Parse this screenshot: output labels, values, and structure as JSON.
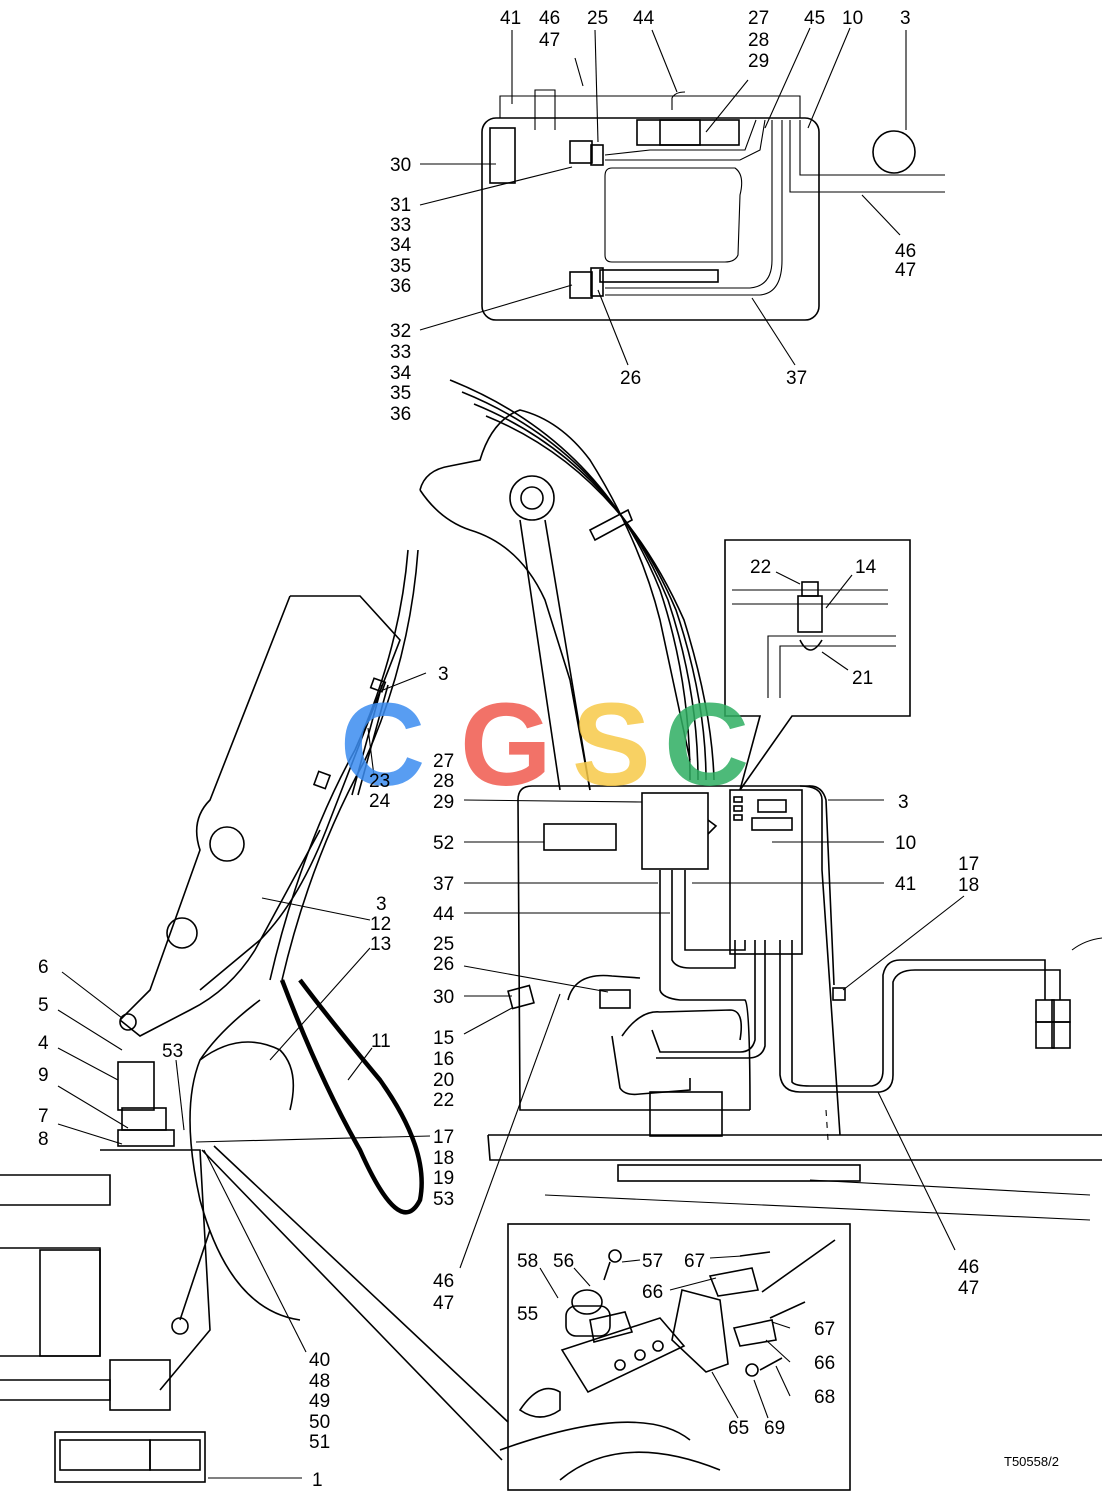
{
  "drawing_ref": "T50558/2",
  "watermark": {
    "letters": [
      "C",
      "G",
      "S",
      "C"
    ],
    "colors": [
      "#3b8cf0",
      "#f05a4e",
      "#f7c948",
      "#2fae62"
    ]
  },
  "callouts": {
    "top_41": "41",
    "top_46": "46",
    "top_47a": "47",
    "top_25": "25",
    "top_44": "44",
    "top_27": "27",
    "top_28": "28",
    "top_29": "29",
    "top_45": "45",
    "top_10": "10",
    "top_3": "3",
    "top_30": "30",
    "top_31": "31",
    "top_33a": "33",
    "top_34a": "34",
    "top_35a": "35",
    "top_36a": "36",
    "top_46b": "46",
    "top_47b": "47",
    "top_32": "32",
    "top_33b": "33",
    "top_34b": "34",
    "top_35b": "35",
    "top_36b": "36",
    "top_26": "26",
    "top_37": "37",
    "det_22": "22",
    "det_14": "14",
    "det_21": "21",
    "mid_3a": "3",
    "mid_23": "23",
    "mid_24": "24",
    "mid_27": "27",
    "mid_28": "28",
    "mid_29": "29",
    "mid_3b": "3",
    "mid_52": "52",
    "mid_10": "10",
    "mid_17": "17",
    "mid_18": "18",
    "mid_37": "37",
    "mid_41": "41",
    "mid_44": "44",
    "mid_3c": "3",
    "mid_12": "12",
    "mid_13": "13",
    "mid_25": "25",
    "mid_26": "26",
    "mid_30": "30",
    "mid_15": "15",
    "mid_16": "16",
    "mid_20": "20",
    "mid_22": "22",
    "left_6": "6",
    "left_5": "5",
    "left_4": "4",
    "left_53": "53",
    "left_11": "11",
    "left_9": "9",
    "left_7": "7",
    "left_8": "8",
    "left_17": "17",
    "left_18": "18",
    "left_19": "19",
    "left_53b": "53",
    "low_46a": "46",
    "low_47a": "47",
    "low_46b": "46",
    "low_47b": "47",
    "low_40": "40",
    "low_48": "48",
    "low_49": "49",
    "low_50": "50",
    "low_51": "51",
    "low_1": "1",
    "inset_58": "58",
    "inset_56": "56",
    "inset_57": "57",
    "inset_67a": "67",
    "inset_55": "55",
    "inset_66a": "66",
    "inset_67b": "67",
    "inset_66b": "66",
    "inset_68": "68",
    "inset_65": "65",
    "inset_69": "69"
  }
}
